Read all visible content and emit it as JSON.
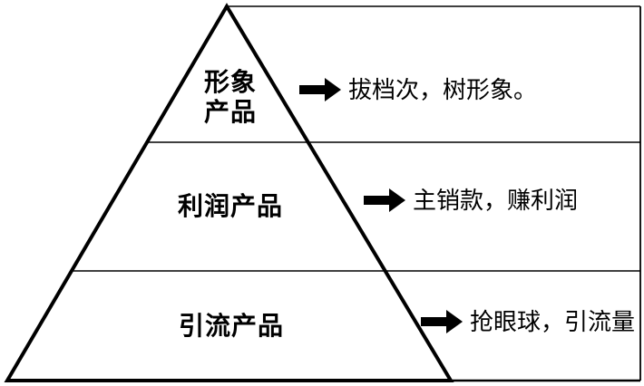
{
  "diagram": {
    "type": "pyramid",
    "tiers": [
      {
        "id": "image-products",
        "label": "形象\n产品",
        "annotation": "拔档次，树形象。"
      },
      {
        "id": "profit-products",
        "label": "利润产品",
        "annotation": "主销款，赚利润"
      },
      {
        "id": "traffic-products",
        "label": "引流产品",
        "annotation": "抢眼球，引流量"
      }
    ],
    "icons": {
      "arrow": "arrow-right-icon"
    },
    "colors": {
      "stroke": "#000000",
      "text": "#000000",
      "background": "#ffffff"
    }
  }
}
